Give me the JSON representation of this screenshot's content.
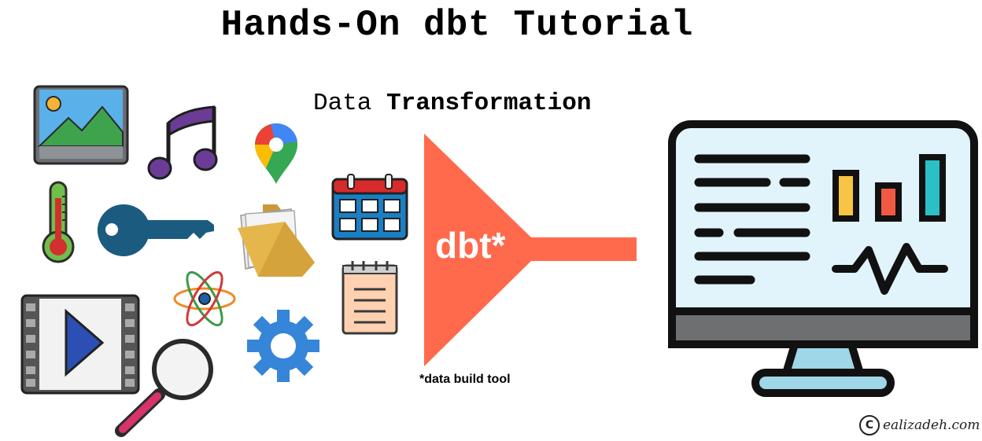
{
  "title": "Hands-On dbt Tutorial",
  "subtitle": {
    "part1": "Data",
    "part2": "Transformation"
  },
  "funnel": {
    "label": "dbt*",
    "footnote": "*data build tool",
    "color": "#FF6A4D"
  },
  "credit": {
    "symbol": "C",
    "text": "ealizadeh.com"
  },
  "icons": [
    "image-icon",
    "music-note-icon",
    "map-pin-icon",
    "thermometer-icon",
    "key-icon",
    "folder-icon",
    "calendar-icon",
    "notepad-icon",
    "atom-icon",
    "video-icon",
    "gear-icon",
    "magnifier-icon",
    "monitor-dashboard-icon"
  ]
}
